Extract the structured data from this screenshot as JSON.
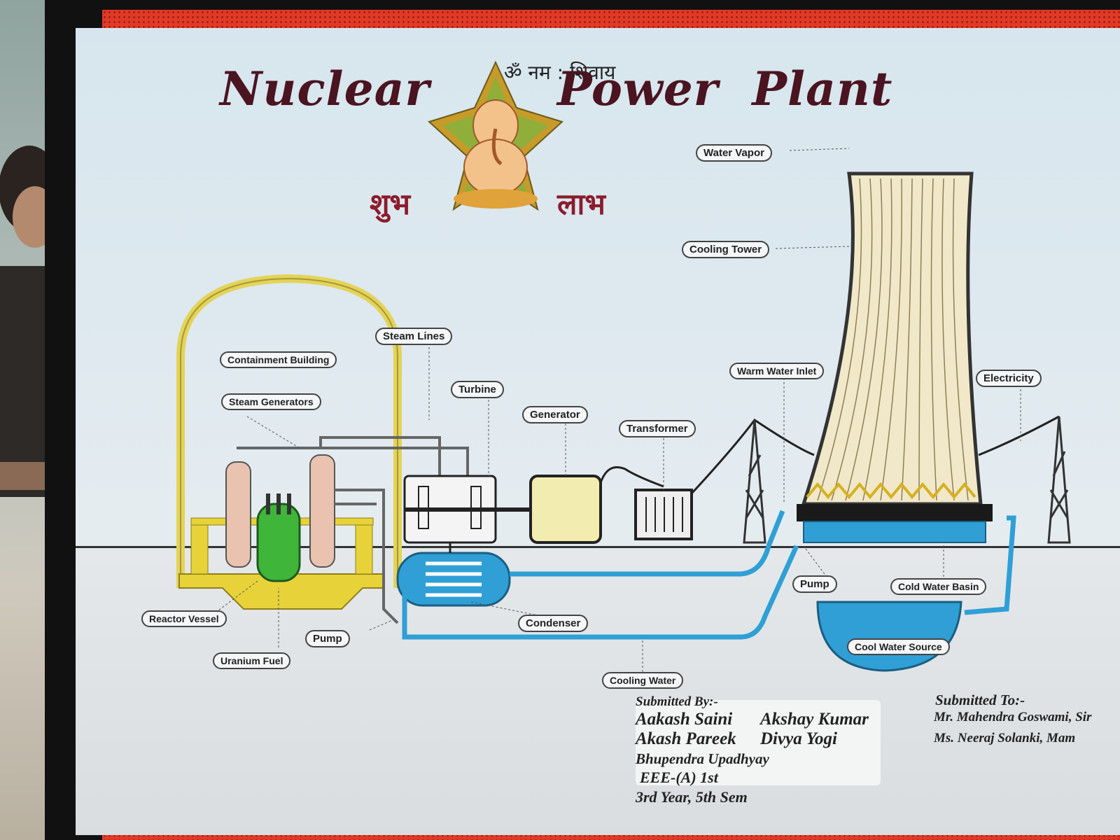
{
  "header": {
    "om_text": "ॐ नम : शिवाय",
    "title_left": "Nuclear",
    "title_right": "Power  Plant",
    "shubh": "शुभ",
    "labh": "लाभ"
  },
  "labels": {
    "containment_building": "Containment Building",
    "steam_generators": "Steam Generators",
    "steam_lines": "Steam Lines",
    "turbine": "Turbine",
    "generator": "Generator",
    "transformer": "Transformer",
    "water_vapor": "Water Vapor",
    "cooling_tower": "Cooling Tower",
    "warm_water_inlet": "Warm Water Inlet",
    "electricity": "Electricity",
    "reactor_vessel": "Reactor Vessel",
    "uranium_fuel": "Uranium Fuel",
    "pump_left": "Pump",
    "condenser": "Condenser",
    "cooling_water": "Cooling Water",
    "pump_right": "Pump",
    "cold_water_basin": "Cold Water Basin",
    "cool_water_source": "Cool Water Source"
  },
  "credits": {
    "submitted_by_heading": "Submitted By:-",
    "names_row1_a": "Aakash Saini",
    "names_row1_b": "Akshay Kumar",
    "names_row2_a": "Akash Pareek",
    "names_row2_b": "Divya Yogi",
    "name_row3": "Bhupendra Upadhyay",
    "class_line": "EEE-(A) 1st",
    "year_line": "3rd Year, 5th Sem",
    "submitted_to_heading": "Submitted To:-",
    "to_line1": "Mr. Mahendra Goswami, Sir",
    "to_line2": "Ms. Neeraj Solanki, Mam"
  },
  "colors": {
    "frame": "#e03a26",
    "title": "#4a1420",
    "containment": "#e3d35a",
    "reactor_green": "#3fb53a",
    "water_blue": "#2f9fd6"
  }
}
